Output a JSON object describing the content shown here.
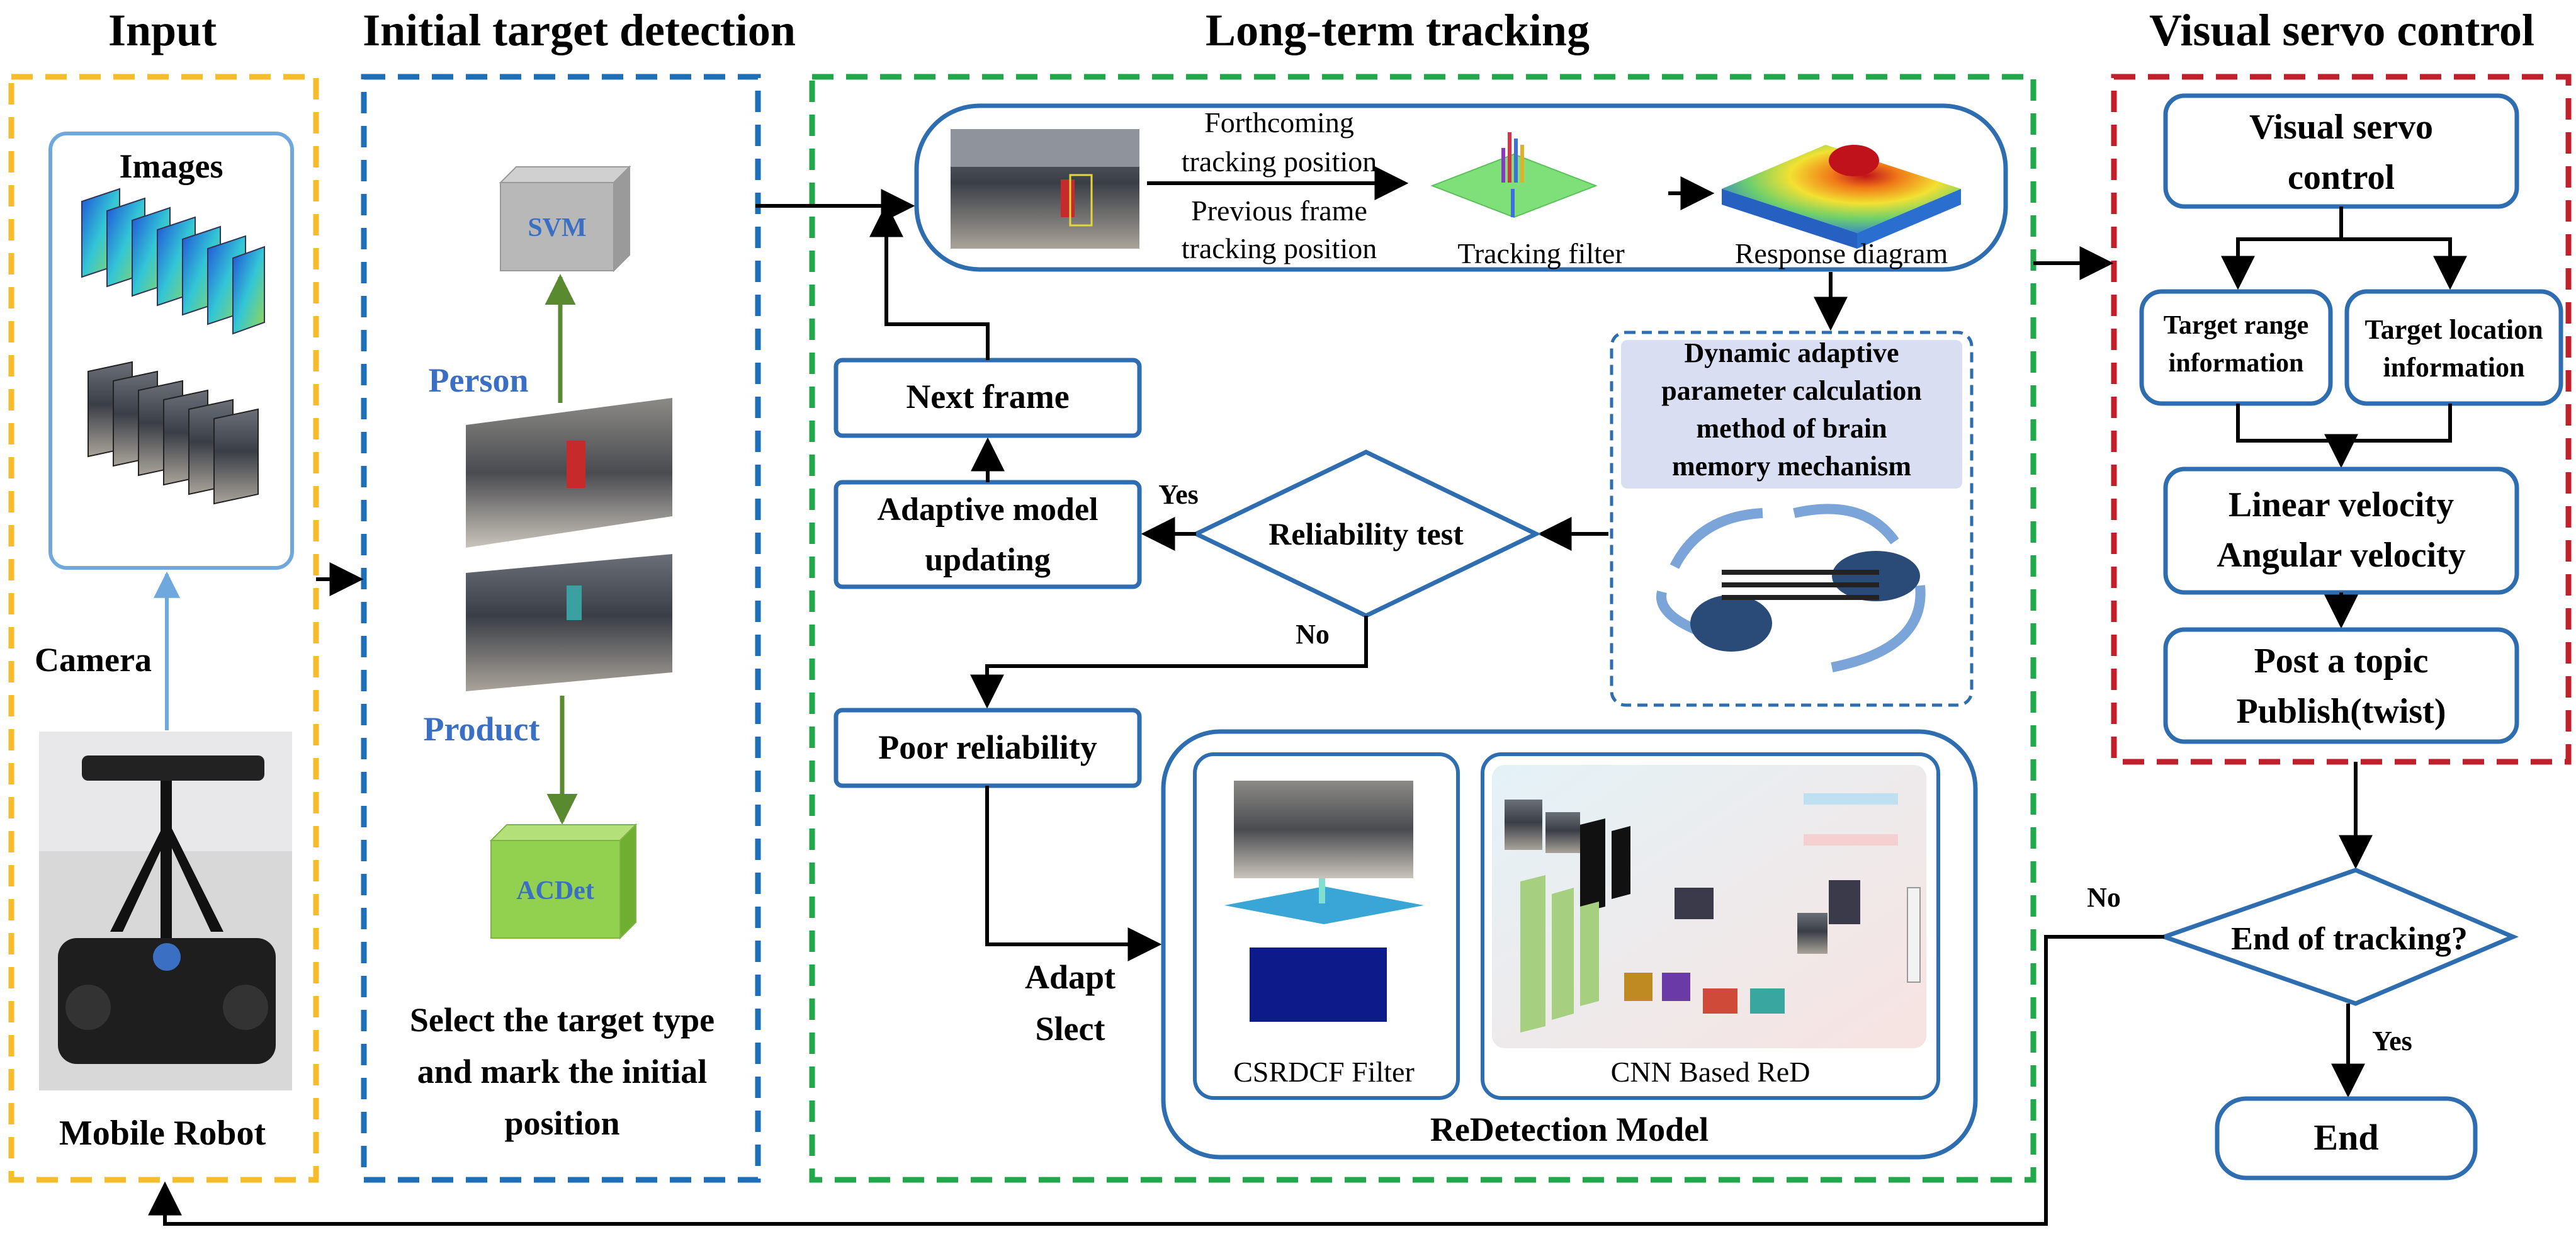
{
  "sections": {
    "input": "Input",
    "initial": "Initial target detection",
    "long_term": "Long-term tracking",
    "visual_servo": "Visual servo control"
  },
  "input": {
    "images_label": "Images",
    "camera_label": "Camera",
    "robot_label": "Mobile Robot"
  },
  "detection": {
    "svm": "SVM",
    "person": "Person",
    "product": "Product",
    "acdet": "ACDet",
    "caption": [
      "Select the target type",
      "and mark the initial",
      "position"
    ]
  },
  "tracking": {
    "forthcoming": [
      "Forthcoming",
      "tracking position"
    ],
    "previous": [
      "Previous frame",
      "tracking position"
    ],
    "filter": "Tracking filter",
    "response": "Response diagram",
    "dynamic": [
      "Dynamic adaptive",
      "parameter calculation",
      "method of brain",
      "memory mechanism"
    ],
    "next_frame": "Next frame",
    "adaptive": [
      "Adaptive model",
      "updating"
    ],
    "reliability": "Reliability test",
    "yes": "Yes",
    "no": "No",
    "poor": "Poor reliability",
    "adapt": [
      "Adapt",
      "Slect"
    ],
    "csrdcf": "CSRDCF Filter",
    "cnn": "CNN Based ReD",
    "redetection": "ReDetection Model"
  },
  "servo": {
    "control": [
      "Visual servo",
      "control"
    ],
    "range": [
      "Target range",
      "information"
    ],
    "location": [
      "Target location",
      "information"
    ],
    "velocity": [
      "Linear velocity",
      "Angular velocity"
    ],
    "topic": [
      "Post a topic",
      "Publish(twist)"
    ],
    "end_q": "End of tracking?",
    "no": "No",
    "yes": "Yes",
    "end": "End"
  },
  "colors": {
    "input_border": "#f5bc2c",
    "detection_border": "#1f6fb8",
    "tracking_border": "#22a84a",
    "servo_border": "#c0202a",
    "node_stroke": "#2e6eb0",
    "arrow": "#000000",
    "green_arrow": "#5a8a30",
    "camera_arrow": "#6fa8dc",
    "svm_fill": "#b8b8b8",
    "acdet_fill": "#92d050",
    "dynamic_fill": "#d9def2"
  }
}
